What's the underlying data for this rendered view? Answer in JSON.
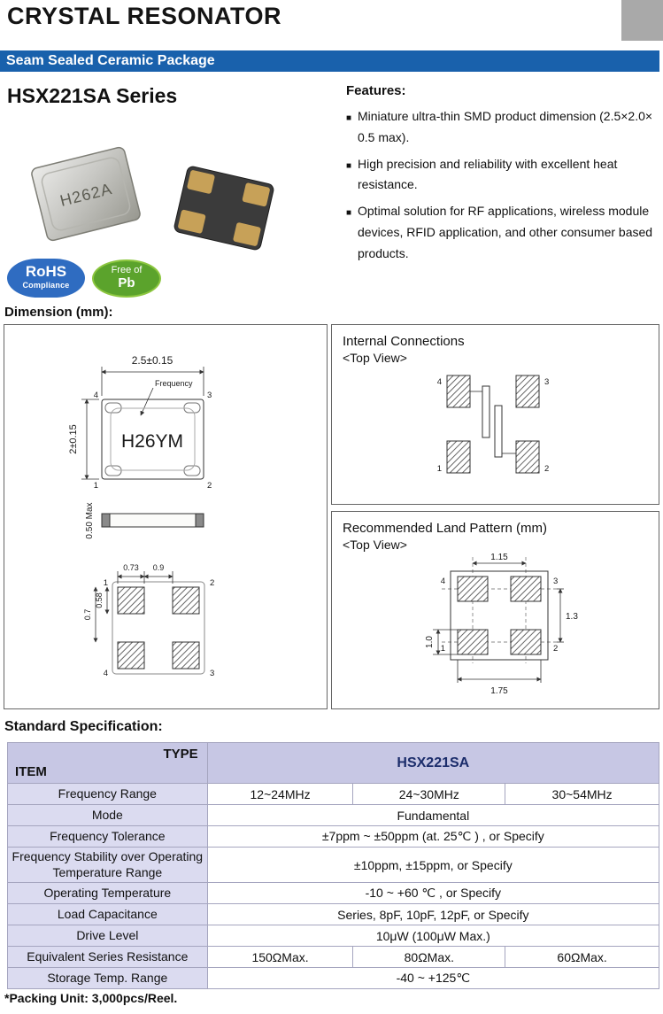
{
  "page": {
    "title": "CRYSTAL RESONATOR",
    "banner": "Seam Sealed Ceramic Package",
    "series_title": "HSX221SA Series",
    "footer_note": "*Packing Unit: 3,000pcs/Reel."
  },
  "colors": {
    "banner_blue": "#1961ac",
    "table_header_purple": "#c7c7e4",
    "table_item_lavender": "#dbdbf0",
    "rohs_blue": "#2f6cc1",
    "pb_free_green": "#5ba32c"
  },
  "features": {
    "heading": "Features:",
    "items": [
      "Miniature ultra-thin SMD product dimension (2.5×2.0× 0.5 max).",
      "High precision and reliability with excellent heat resistance.",
      "Optimal solution for RF applications, wireless module devices, RFID application, and other consumer based products."
    ]
  },
  "badges": {
    "rohs_title": "RoHS",
    "rohs_subtitle": "Compliance",
    "pb_line1": "Free of",
    "pb_line2": "Pb"
  },
  "product": {
    "top_marking": "H262A"
  },
  "dimension": {
    "heading": "Dimension (mm):",
    "top_view": {
      "width": "2.5±0.15",
      "height": "2±0.15",
      "thickness": "0.50 Max",
      "frequency_label": "Frequency",
      "marking": "H26YM",
      "pins": [
        "4",
        "3",
        "1",
        "2"
      ]
    },
    "bottom_view": {
      "pad_width": "0.73",
      "pad_pitch": "0.9",
      "pad_height": "0.58",
      "pad_height_outer": "0.7",
      "pins": [
        "1",
        "2",
        "4",
        "3"
      ]
    },
    "internal": {
      "title": "Internal Connections",
      "subtitle": "<Top View>",
      "pins": [
        "4",
        "3",
        "1",
        "2"
      ]
    },
    "land_pattern": {
      "title": "Recommended Land Pattern (mm)",
      "subtitle": "<Top View>",
      "dim_x_pitch": "1.15",
      "dim_y_pitch": "1.3",
      "dim_pad_h": "1.0",
      "dim_total_w": "1.75",
      "pins": [
        "4",
        "3",
        "1",
        "2"
      ]
    }
  },
  "spec": {
    "heading": "Standard Specification:",
    "header": {
      "type_label": "TYPE",
      "item_label": "ITEM",
      "model": "HSX221SA"
    },
    "rows": [
      {
        "item": "Frequency Range",
        "cells": [
          "12~24MHz",
          "24~30MHz",
          "30~54MHz"
        ]
      },
      {
        "item": "Mode",
        "value": "Fundamental"
      },
      {
        "item": "Frequency Tolerance",
        "value": "±7ppm ~ ±50ppm (at. 25℃ ) , or Specify"
      },
      {
        "item": "Frequency Stability over Operating Temperature Range",
        "value": "±10ppm, ±15ppm, or Specify"
      },
      {
        "item": "Operating Temperature",
        "value": "-10 ~ +60 ℃ , or Specify"
      },
      {
        "item": "Load Capacitance",
        "value": "Series, 8pF, 10pF, 12pF, or Specify"
      },
      {
        "item": "Drive Level",
        "value": "10μW (100μW Max.)"
      },
      {
        "item": "Equivalent Series Resistance",
        "cells": [
          "150ΩMax.",
          "80ΩMax.",
          "60ΩMax."
        ]
      },
      {
        "item": "Storage Temp. Range",
        "value": "-40 ~ +125℃"
      }
    ]
  }
}
